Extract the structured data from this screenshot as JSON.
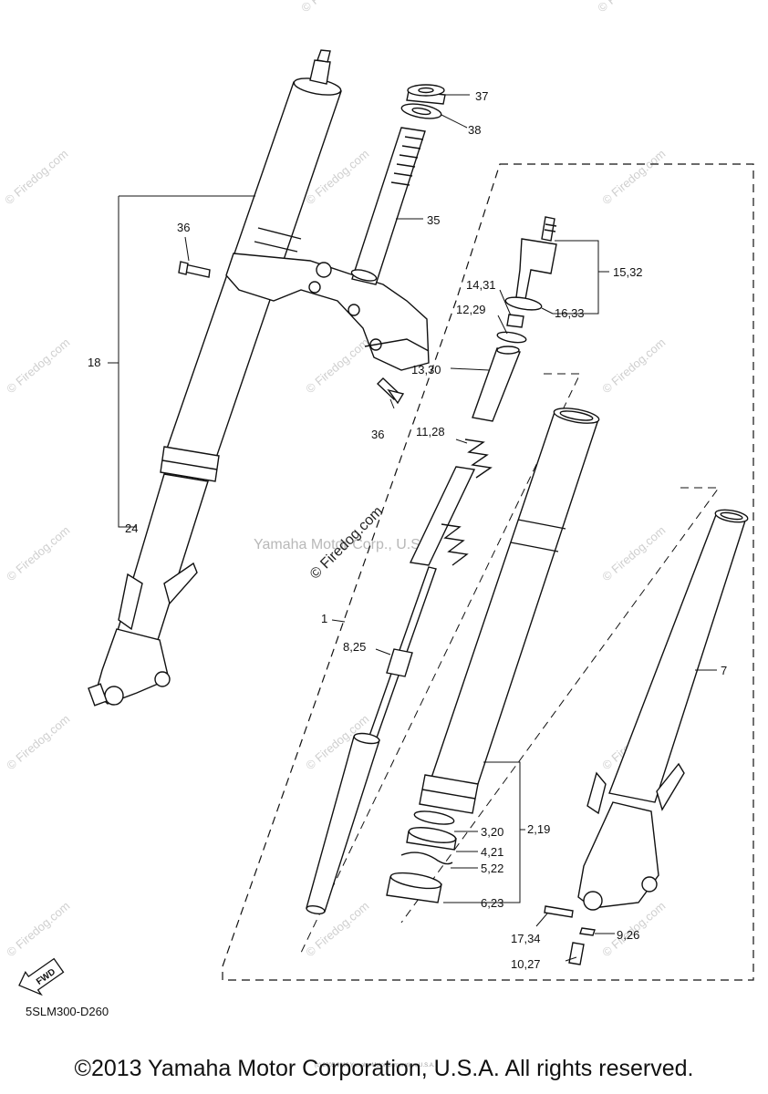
{
  "diagram_code": "5SLM300-D260",
  "copyright": "©2013 Yamaha Motor Corporation, U.S.A. All rights reserved.",
  "tiny_credit": "(c) 2005-2016 Yamaha Motor Corporation, U.S.A.",
  "fwd_label": "FWD",
  "watermark": {
    "site": "© Firedog.com",
    "center_site": "© Firedog.com",
    "center_owner": "Yamaha Motor Corp., U.S.A."
  },
  "callouts": {
    "c1": "1",
    "c2_19": "2,19",
    "c3_20": "3,20",
    "c4_21": "4,21",
    "c5_22": "5,22",
    "c6_23": "6,23",
    "c7": "7",
    "c8_25": "8,25",
    "c9_26": "9,26",
    "c10_27": "10,27",
    "c11_28": "11,28",
    "c12_29": "12,29",
    "c13_30": "13,30",
    "c14_31": "14,31",
    "c15_32": "15,32",
    "c16_33": "16,33",
    "c17_34": "17,34",
    "c18": "18",
    "c24": "24",
    "c35": "35",
    "c36a": "36",
    "c36b": "36",
    "c37": "37",
    "c38": "38"
  }
}
